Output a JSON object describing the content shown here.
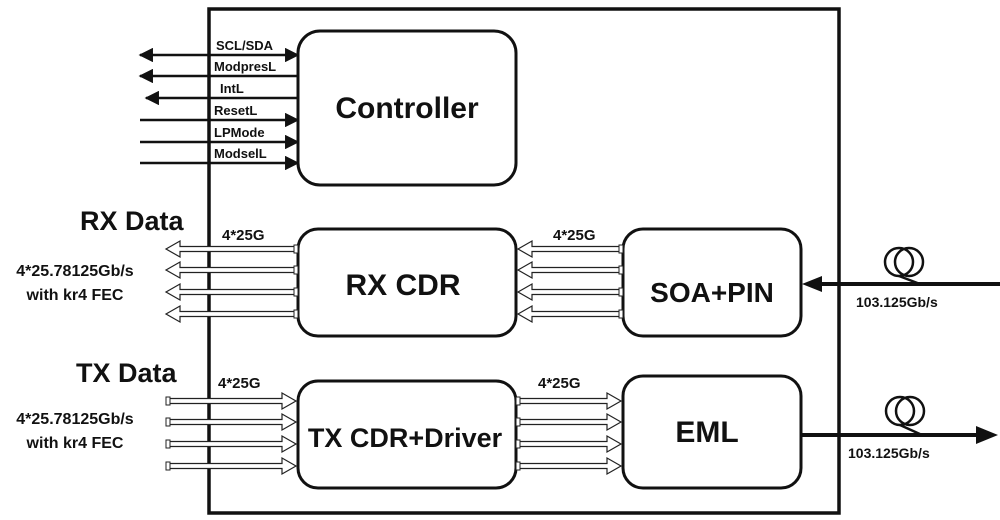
{
  "control_signals": [
    "SCL/SDA",
    "ModpresL",
    "IntL",
    "ResetL",
    "LPMode",
    "ModselL"
  ],
  "blocks": {
    "controller": "Controller",
    "rx_cdr": "RX CDR",
    "soa_pin": "SOA+PIN",
    "tx_cdr": "TX CDR+Driver",
    "eml": "EML"
  },
  "rx": {
    "title": "RX Data",
    "rate_line1": "4*25.78125Gb/s",
    "rate_line2": "with kr4 FEC",
    "bus_left": "4*25G",
    "bus_right": "4*25G"
  },
  "tx": {
    "title": "TX Data",
    "rate_line1": "4*25.78125Gb/s",
    "rate_line2": "with kr4 FEC",
    "bus_left": "4*25G",
    "bus_right": "4*25G"
  },
  "optical": {
    "rx_rate": "103.125Gb/s",
    "tx_rate": "103.125Gb/s"
  },
  "icons": {
    "fiber": "fiber-coil-icon"
  }
}
